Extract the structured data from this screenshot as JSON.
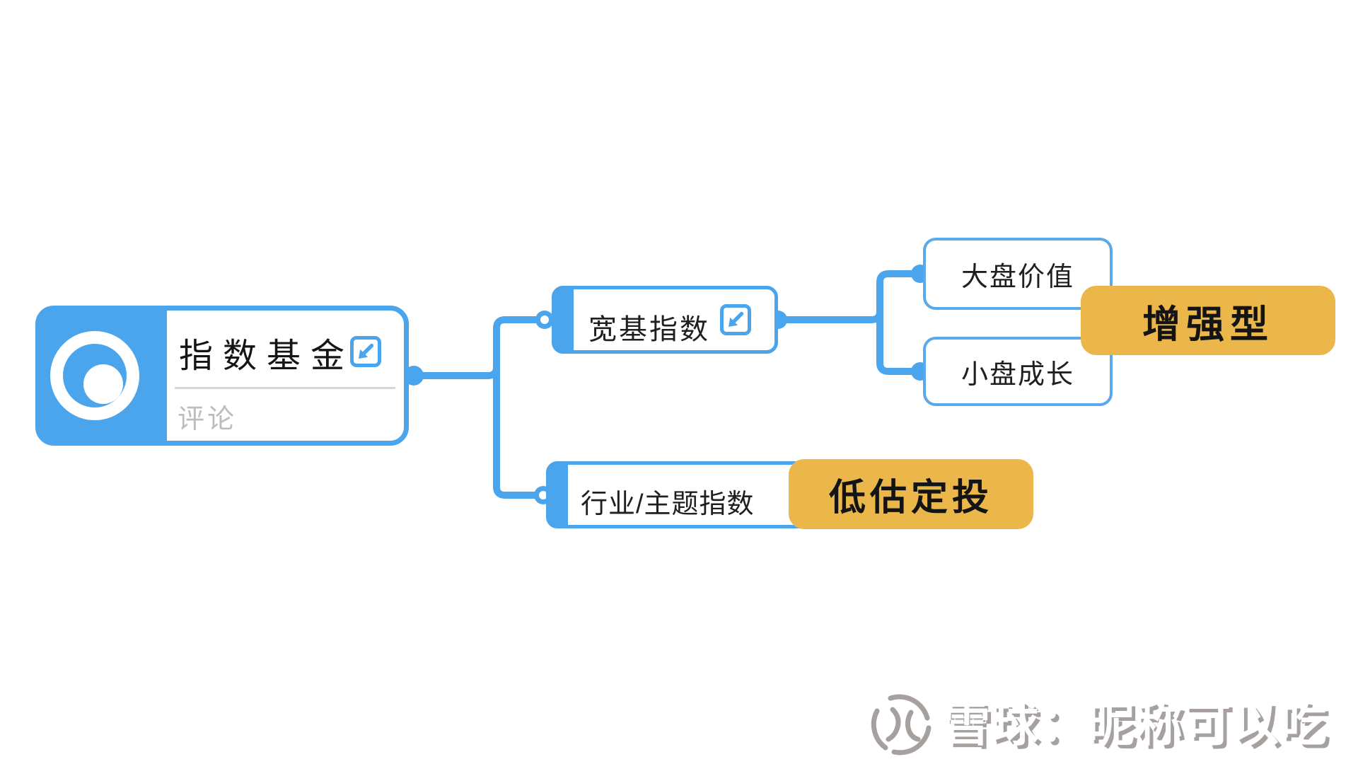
{
  "colors": {
    "node_blue": "#4BA5EC",
    "callout_orange": "#EBB74B",
    "text_dark": "#1F1F1F",
    "placeholder_gray": "#BDBDBD",
    "watermark_gray": "#A6A19F"
  },
  "mindmap": {
    "root": {
      "title": "指数基金",
      "comment_placeholder": "评论",
      "icon": "donut-target-icon",
      "collapse_icon": "arrow-down-left"
    },
    "branches": [
      {
        "label": "宽基指数",
        "collapse_icon": "arrow-down-left",
        "callout": "增强型",
        "children": [
          "大盘价值",
          "小盘成长"
        ]
      },
      {
        "label": "行业/主题指数",
        "callout": "低估定投",
        "children": []
      }
    ]
  },
  "watermark": {
    "text": "雪球：昵称可以吃",
    "logo": "xueqiu-logo"
  }
}
